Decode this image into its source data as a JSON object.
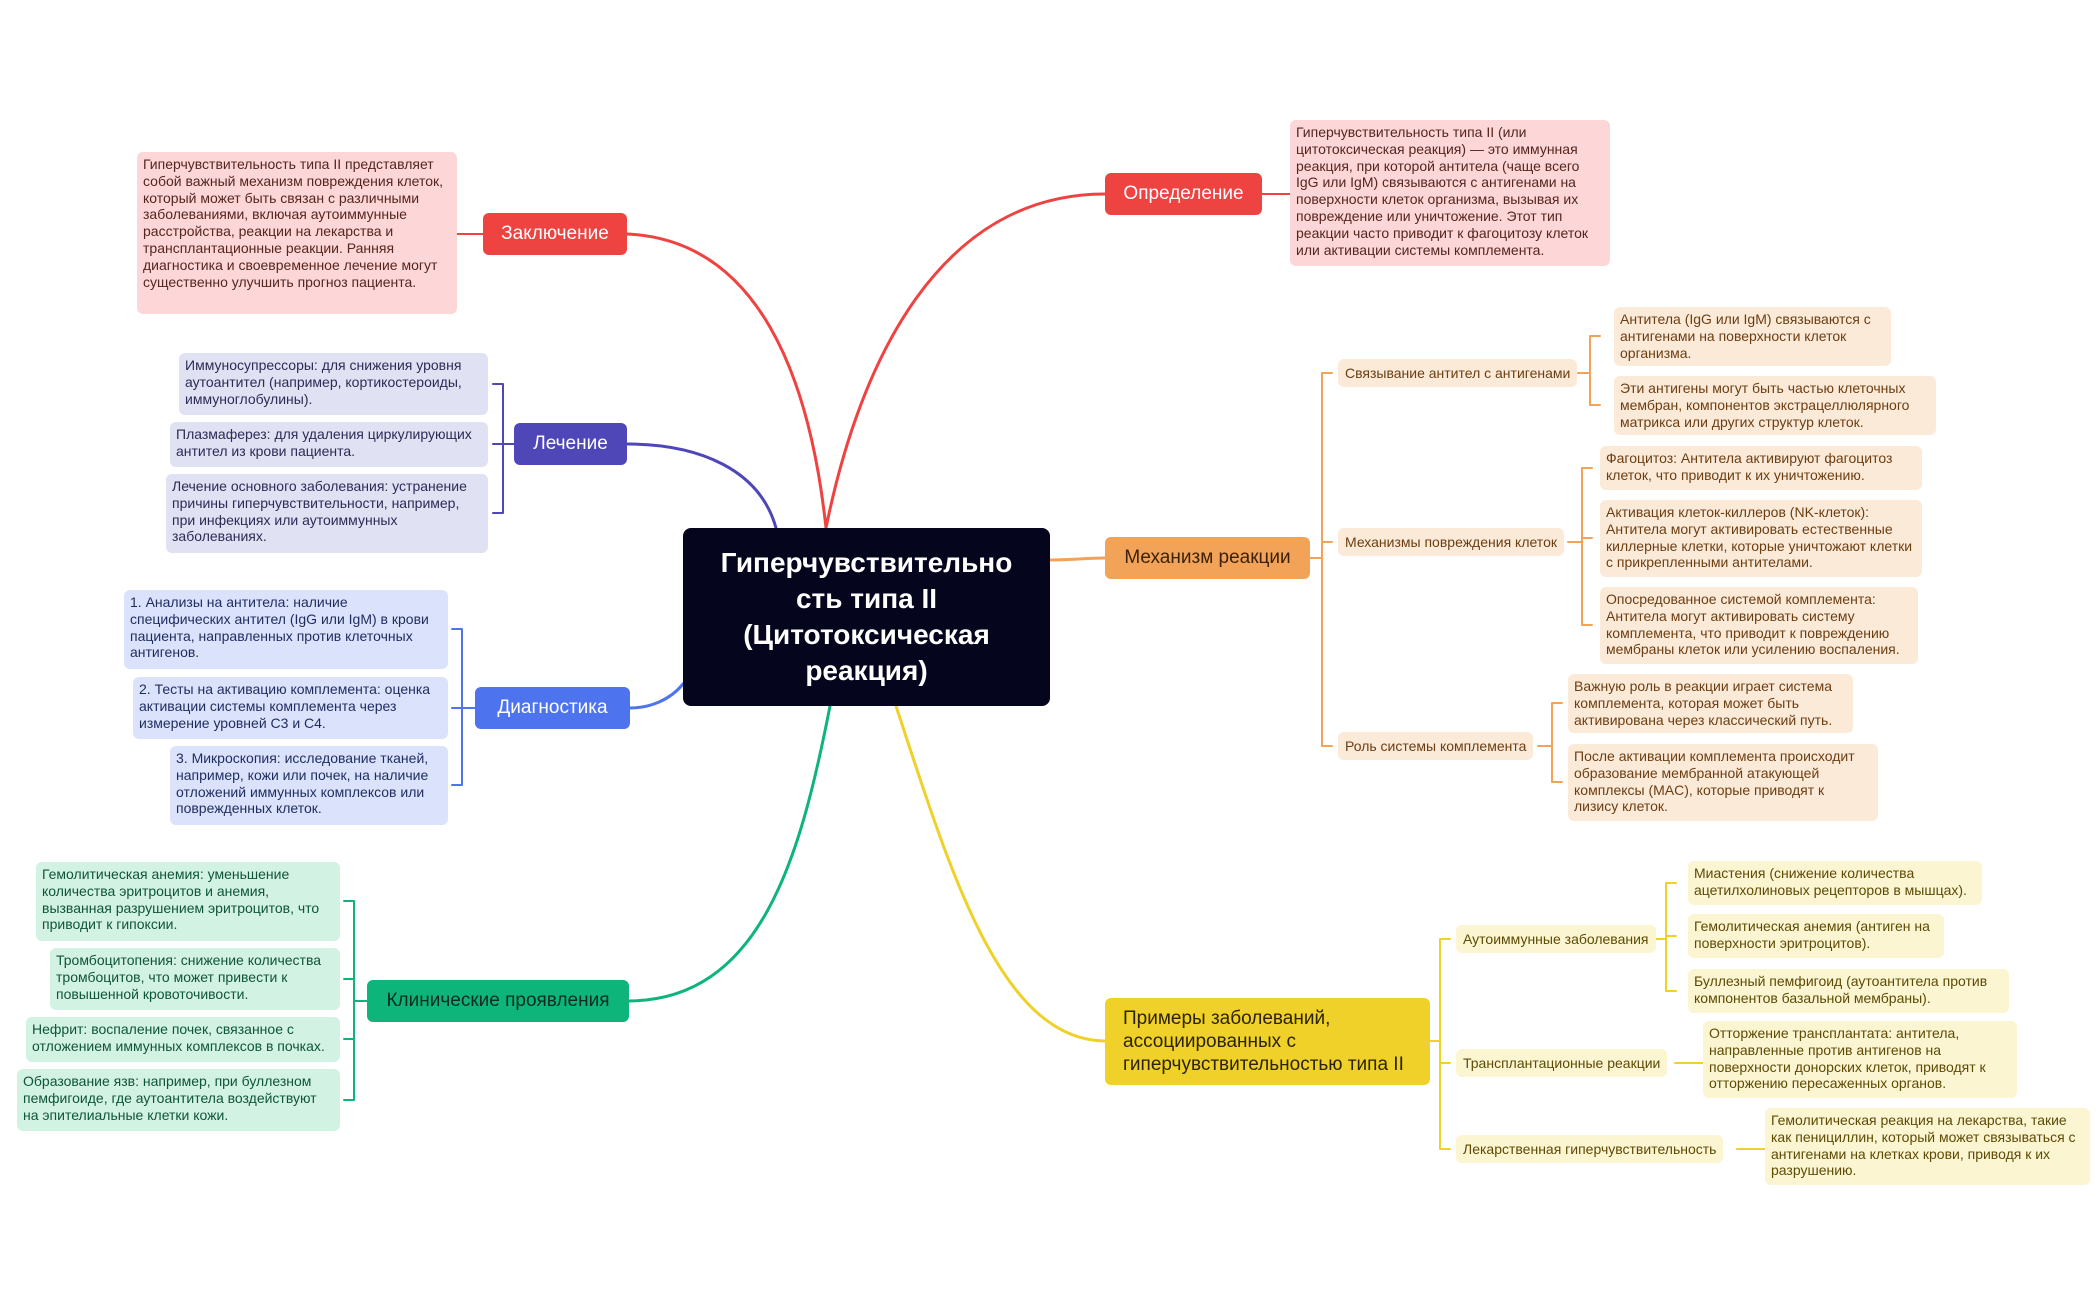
{
  "center_title": "Гиперчувствительно сть типа II (Цитотоксическая реакция)",
  "colors": {
    "red": "#ee4340",
    "purple": "#4f47b8",
    "blue": "#4d73ee",
    "green": "#0db57a",
    "orange": "#f3a357",
    "yellow": "#efd12a",
    "center": "#05051e"
  },
  "branches": {
    "zaklyuchenie": {
      "label": "Заключение",
      "note": "Гиперчувствительность типа II представляет собой важный механизм повреждения клеток, который может быть связан с различными заболеваниями, включая аутоиммунные расстройства, реакции на лекарства и трансплантационные реакции. Ранняя диагностика и своевременное лечение могут существенно улучшить прогноз пациента."
    },
    "lechenie": {
      "label": "Лечение",
      "items": [
        "Иммуносупрессоры: для снижения уровня аутоантител (например, кортикостероиды, иммуноглобулины).",
        "Плазмаферез: для удаления циркулирующих антител из крови пациента.",
        "Лечение основного заболевания: устранение причины гиперчувствительности, например, при инфекциях или аутоиммунных заболеваниях."
      ]
    },
    "diagnostika": {
      "label": "Диагностика",
      "items": [
        "1. Анализы на антитела: наличие специфических антител (IgG или IgM) в крови пациента, направленных против клеточных антигенов.",
        "2. Тесты на активацию комплемента: оценка активации системы комплемента через измерение уровней C3 и C4.",
        "3. Микроскопия: исследование тканей, например, кожи или почек, на наличие отложений иммунных комплексов или поврежденных клеток."
      ]
    },
    "klinicheskie": {
      "label": "Клинические проявления",
      "items": [
        "Гемолитическая анемия: уменьшение количества эритроцитов и анемия, вызванная разрушением эритроцитов, что приводит к гипоксии.",
        "Тромбоцитопения: снижение количества тромбоцитов, что может привести к повышенной кровоточивости.",
        "Нефрит: воспаление почек, связанное с отложением иммунных комплексов в почках.",
        "Образование язв: например, при буллезном пемфигоиде, где аутоантитела воздействуют на эпителиальные клетки кожи."
      ]
    },
    "opredelenie": {
      "label": "Определение",
      "note": "Гиперчувствительность типа II (или цитотоксическая реакция) — это иммунная реакция, при которой антитела (чаще всего IgG или IgM) связываются с антигенами на поверхности клеток организма, вызывая их повреждение или уничтожение. Этот тип реакции часто приводит к фагоцитозу клеток или активации системы комплемента."
    },
    "mehanizm": {
      "label": "Механизм реакции",
      "subs": [
        {
          "label": "Связывание антител с антигенами",
          "items": [
            "Антитела (IgG или IgM) связываются с антигенами на поверхности клеток организма.",
            "Эти антигены могут быть частью клеточных мембран, компонентов экстрацеллюлярного матрикса или других структур клеток."
          ]
        },
        {
          "label": "Механизмы повреждения клеток",
          "items": [
            "Фагоцитоз: Антитела активируют фагоцитоз клеток, что приводит к их уничтожению.",
            "Активация клеток-киллеров (NK-клеток): Антитела могут активировать естественные киллерные клетки, которые уничтожают клетки с прикрепленными антителами.",
            "Опосредованное системой комплемента: Антитела могут активировать систему комплемента, что приводит к повреждению мембраны клеток или усилению воспаления."
          ]
        },
        {
          "label": "Роль системы комплемента",
          "items": [
            "Важную роль в реакции играет система комплемента, которая может быть активирована через классический путь.",
            "После активации комплемента происходит образование мембранной атакующей комплексы (MAC), которые приводят к лизису клеток."
          ]
        }
      ]
    },
    "primery": {
      "label": "Примеры заболеваний, ассоциированных с гиперчувствительностью типа II",
      "subs": [
        {
          "label": "Аутоиммунные заболевания",
          "items": [
            "Миастения (снижение количества ацетилхолиновых рецепторов в мышцах).",
            "Гемолитическая анемия (антиген на поверхности эритроцитов).",
            "Буллезный пемфигоид (аутоантитела против компонентов базальной мембраны)."
          ]
        },
        {
          "label": "Трансплантационные реакции",
          "items": [
            "Отторжение трансплантата: антитела, направленные против антигенов на поверхности донорских клеток, приводят к отторжению пересаженных органов."
          ]
        },
        {
          "label": "Лекарственная гиперчувствительность",
          "items": [
            "Гемолитическая реакция на лекарства, такие как пенициллин, который может связываться с антигенами на клетках крови, приводя к их разрушению."
          ]
        }
      ]
    }
  }
}
